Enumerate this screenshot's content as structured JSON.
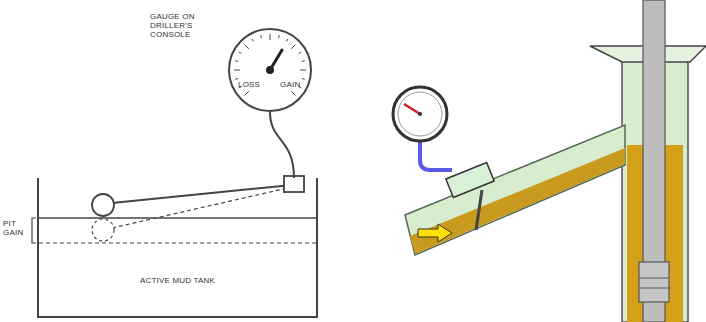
{
  "diagram": {
    "nodes": [
      {
        "text": [
          "ACTIVE MUD TANK"
        ]
      },
      {
        "text": [
          "LOSS",
          "GAIN"
        ]
      }
    ],
    "edges": [
      {
        "from": 1,
        "to": 0,
        "arrow": "none"
      }
    ],
    "labels": [
      "GAUGE ON DRILLER'S CONSOLE",
      "PIT GAIN"
    ]
  }
}
